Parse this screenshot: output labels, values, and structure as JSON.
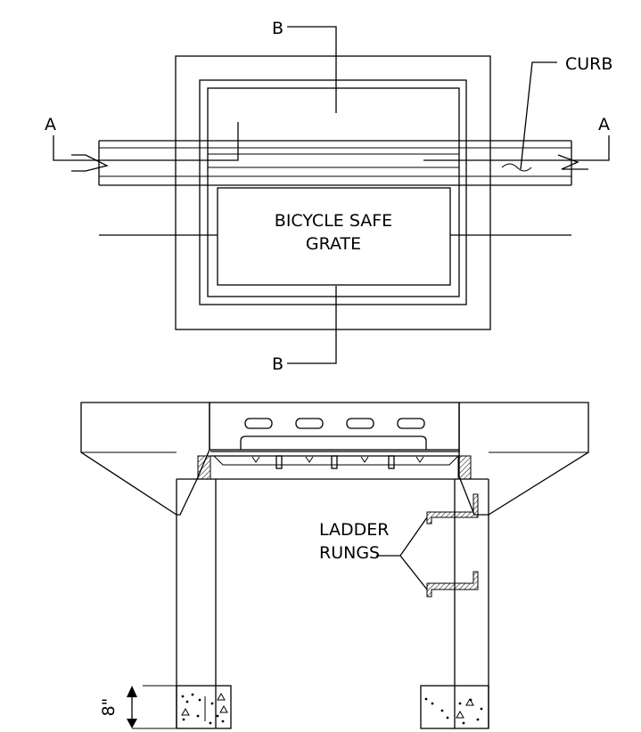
{
  "plan_view": {
    "section_b_top": "B",
    "section_b_bottom": "B",
    "section_a_left": "A",
    "section_a_right": "A",
    "curb_label": "CURB",
    "grate_label_line1": "BICYCLE SAFE",
    "grate_label_line2": "GRATE"
  },
  "section_view": {
    "rungs_label_line1": "LADDER",
    "rungs_label_line2": "RUNGS",
    "base_dimension": "8\""
  }
}
